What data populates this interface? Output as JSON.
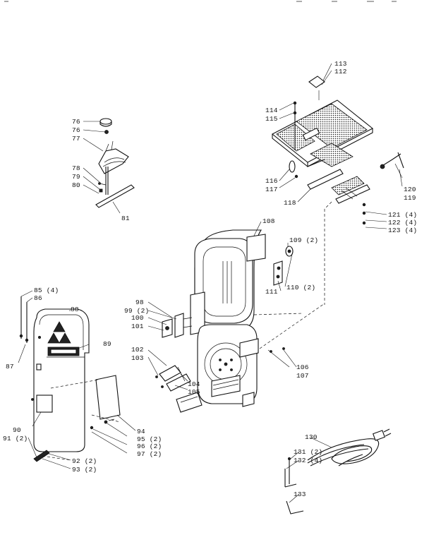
{
  "labels": {
    "l76a": "76",
    "l76b": "76",
    "l77": "77",
    "l78": "78",
    "l79": "79",
    "l80": "80",
    "l81": "81",
    "l113": "113",
    "l112": "112",
    "l114": "114",
    "l115": "115",
    "l116": "116",
    "l117": "117",
    "l118": "118",
    "l119": "119",
    "l120": "120",
    "l121": "121 (4)",
    "l122": "122 (4)",
    "l123": "123 (4)",
    "l108": "108",
    "l109": "109 (2)",
    "l110": "110 (2)",
    "l111": "111",
    "l98": "98",
    "l99": "99 (2)",
    "l100": "100",
    "l101": "101",
    "l102": "102",
    "l103": "103",
    "l104": "104",
    "l105": "105",
    "l106": "106",
    "l107": "107",
    "l85": "85 (4)",
    "l86": "86",
    "l87": "87",
    "l88": "88",
    "l89": "89",
    "l90": "90",
    "l91": "91 (2)",
    "l92": "92 (2)",
    "l93": "93 (2)",
    "l94": "94",
    "l95": "95 (2)",
    "l96": "96 (2)",
    "l97": "97 (2)",
    "l130": "130",
    "l131": "131 (2)",
    "l132": "132 (4)",
    "l133": "133"
  }
}
